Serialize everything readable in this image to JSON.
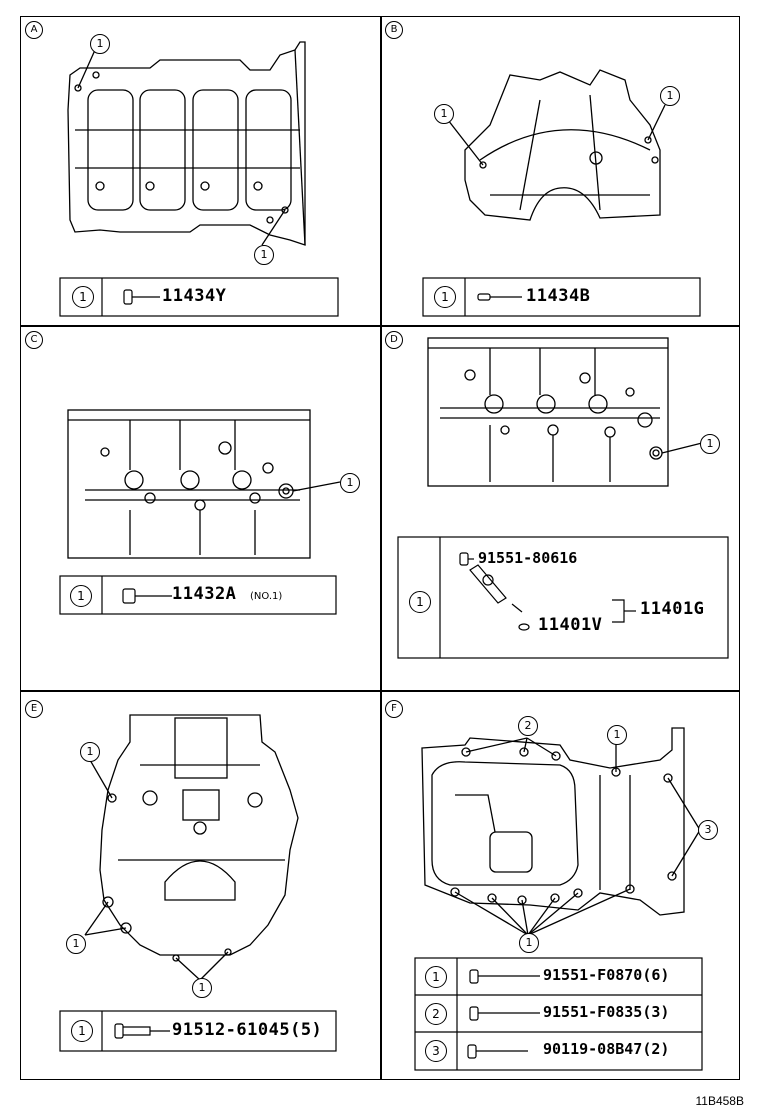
{
  "sections": {
    "A": {
      "letter": "A",
      "callout": "1",
      "legend_num": "1",
      "part": "11434Y"
    },
    "B": {
      "letter": "B",
      "callout": "1",
      "legend_num": "1",
      "part": "11434B"
    },
    "C": {
      "letter": "C",
      "callout": "1",
      "legend_num": "1",
      "part": "11432A",
      "note": "(NO.1)"
    },
    "D": {
      "letter": "D",
      "callout": "1",
      "legend_num": "1",
      "part_bolt": "91551-80616",
      "part_sub": "11401V",
      "part_assy": "11401G"
    },
    "E": {
      "letter": "E",
      "callout": "1",
      "legend_num": "1",
      "part": "91512-61045(5)"
    },
    "F": {
      "letter": "F",
      "callout1": "1",
      "callout2": "2",
      "callout3": "3",
      "rows": [
        {
          "num": "1",
          "part": "91551-F0870(6)"
        },
        {
          "num": "2",
          "part": "91551-F0835(3)"
        },
        {
          "num": "3",
          "part": "90119-08B47(2)"
        }
      ]
    }
  },
  "drawing_code": "11B458B"
}
